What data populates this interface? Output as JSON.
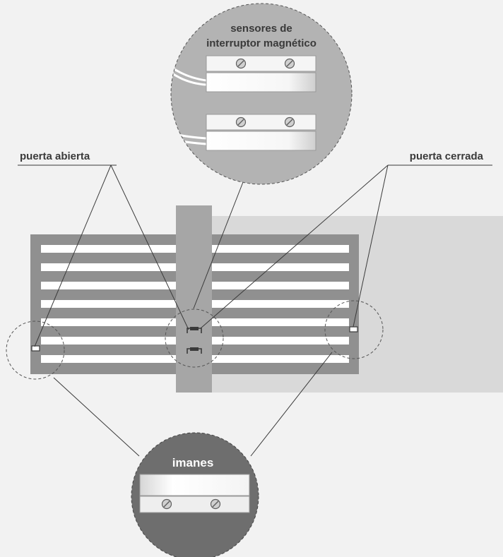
{
  "labels": {
    "sensors_line1": "sensores de",
    "sensors_line2": "interruptor magnético",
    "door_open": "puerta abierta",
    "door_closed": "puerta cerrada",
    "magnets": "imanes"
  },
  "colors": {
    "background": "#f2f2f2",
    "wall": "#d9d9d9",
    "post": "#a6a6a6",
    "gate": "#909090",
    "slat": "#ffffff",
    "sensor": "#3a3a3a",
    "top_circle": "#b3b3b3",
    "bottom_circle": "#6e6e6e",
    "line": "#3a3a3a"
  },
  "icons": {
    "screw": "screw-icon",
    "sensor": "sensor-icon",
    "magnet": "magnet-icon"
  }
}
